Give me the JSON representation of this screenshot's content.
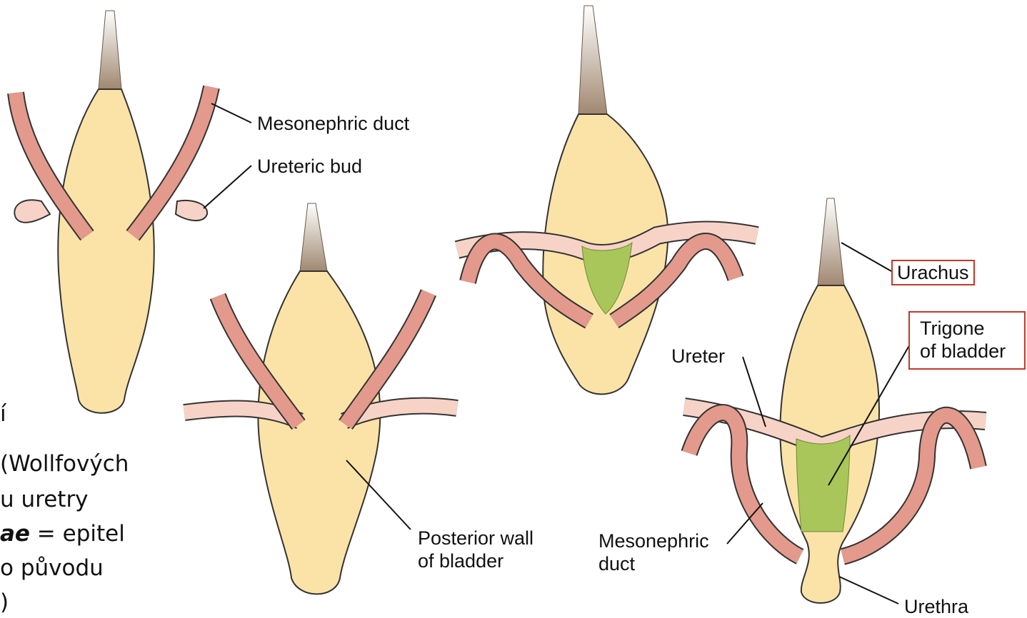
{
  "labels": {
    "mesonephric_duct_1": "Mesonephric duct",
    "ureteric_bud": "Ureteric bud",
    "posterior_wall_1": "Posterior wall",
    "posterior_wall_2": "of bladder",
    "urachus": "Urachus",
    "trigone_1": "Trigone",
    "trigone_2": "of bladder",
    "ureter": "Ureter",
    "mesonephric_duct_2a": "Mesonephric",
    "mesonephric_duct_2b": "duct",
    "urethra": "Urethra"
  },
  "side_text": {
    "line1": "í",
    "line2": " (Wollfových",
    "line3": "u uretry",
    "line4_bold": "ae",
    "line4_rest": " = epitel",
    "line5": "o původu",
    "line6": ")"
  },
  "colors": {
    "bladder": "#fbe3a8",
    "bladder_stroke": "#333333",
    "duct": "#e39a8c",
    "ureter_light": "#f7d3c7",
    "trigone": "#a8c65a",
    "urachus": "#a08870",
    "highlight_box": "#c0392b"
  }
}
